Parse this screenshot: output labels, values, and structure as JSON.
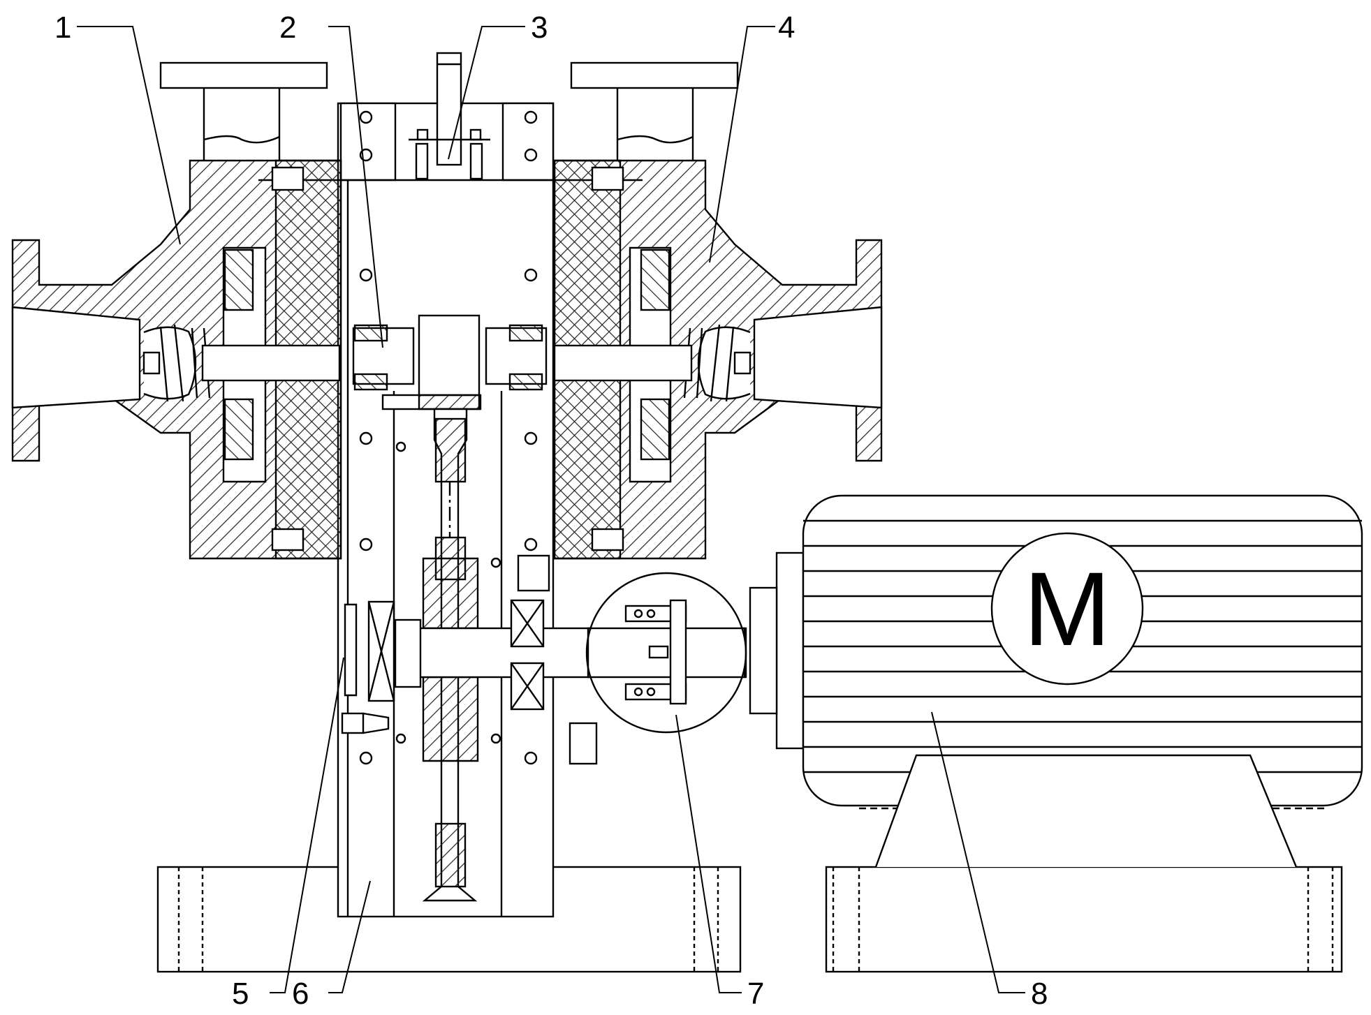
{
  "labels": [
    {
      "id": "1",
      "text": "1"
    },
    {
      "id": "2",
      "text": "2"
    },
    {
      "id": "3",
      "text": "3"
    },
    {
      "id": "4",
      "text": "4"
    },
    {
      "id": "5",
      "text": "5"
    },
    {
      "id": "6",
      "text": "6"
    },
    {
      "id": "7",
      "text": "7"
    },
    {
      "id": "8",
      "text": "8"
    }
  ],
  "motor": {
    "symbol": "M"
  },
  "colors": {
    "line": "#000000",
    "hatch": "#222222",
    "background": "#ffffff"
  }
}
